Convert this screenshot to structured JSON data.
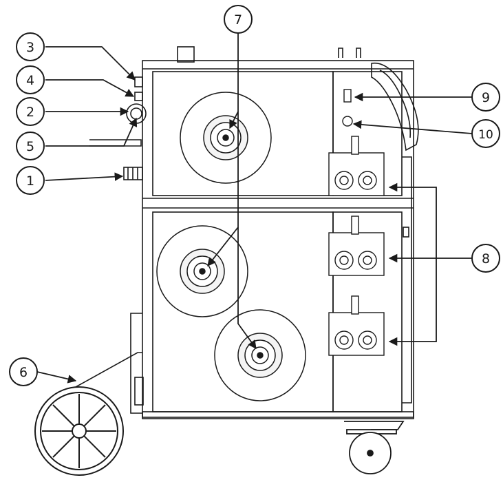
{
  "callouts": [
    {
      "id": "c1",
      "label": "1"
    },
    {
      "id": "c2",
      "label": "2"
    },
    {
      "id": "c3",
      "label": "3"
    },
    {
      "id": "c4",
      "label": "4"
    },
    {
      "id": "c5",
      "label": "5"
    },
    {
      "id": "c6",
      "label": "6"
    },
    {
      "id": "c7",
      "label": "7"
    },
    {
      "id": "c8",
      "label": "8"
    },
    {
      "id": "c9",
      "label": "9"
    },
    {
      "id": "c10",
      "label": "10"
    }
  ],
  "colors": {
    "line": "#1a1a1a",
    "background": "#ffffff",
    "spool_fill": "#f4f4f4"
  }
}
